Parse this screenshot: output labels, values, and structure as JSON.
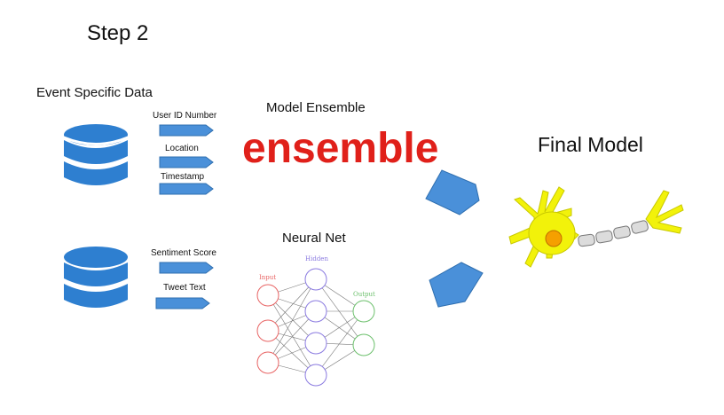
{
  "step": {
    "title": "Step 2"
  },
  "event_data": {
    "title": "Event Specific Data",
    "group1_features": [
      "User ID Number",
      "Location",
      "Timestamp"
    ],
    "group2_features": [
      "Sentiment Score",
      "Tweet Text"
    ]
  },
  "model_ensemble": {
    "title": "Model Ensemble",
    "logo_text": "ensemble"
  },
  "neural_net": {
    "title": "Neural Net",
    "input_label": "Input",
    "hidden_label": "Hidden",
    "output_label": "Output"
  },
  "final_model": {
    "title": "Final Model"
  },
  "colors": {
    "database_blue": "#2e7fd0",
    "arrow_blue": "#4a90d9",
    "logo_red": "#e0201a",
    "neuron_yellow": "#f2f20a",
    "nucleus_orange": "#f5a000",
    "input_red": "#e86464",
    "hidden_purple": "#8a7ae0",
    "output_green": "#6cc06c"
  }
}
